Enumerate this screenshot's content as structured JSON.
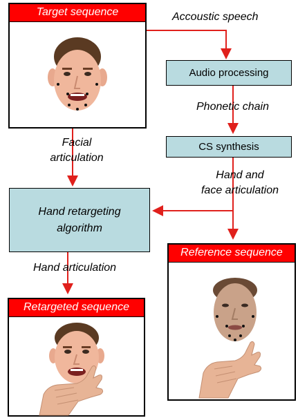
{
  "frames": {
    "target": {
      "title": "Target sequence"
    },
    "reference": {
      "title": "Reference sequence"
    },
    "retargeted": {
      "title": "Retargeted sequence"
    }
  },
  "blocks": {
    "audio_processing": "Audio processing",
    "cs_synthesis": "CS synthesis",
    "hand_retargeting_line1": "Hand retargeting",
    "hand_retargeting_line2": "algorithm"
  },
  "edge_labels": {
    "accoustic_speech": "Accoustic speech",
    "phonetic_chain": "Phonetic chain",
    "facial_articulation_line1": "Facial",
    "facial_articulation_line2": "articulation",
    "hand_face_line1": "Hand and",
    "hand_face_line2": "face articulation",
    "hand_articulation": "Hand articulation"
  },
  "colors": {
    "arrow": "#e0201c",
    "title_bar": "#ff0000",
    "process_fill": "#b9dbe0"
  }
}
